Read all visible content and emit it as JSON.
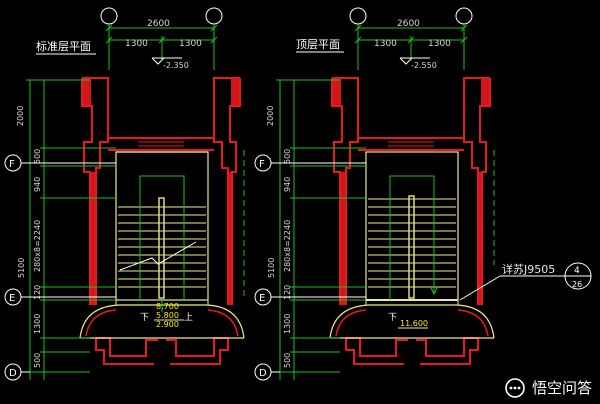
{
  "colors": {
    "background": "#000000",
    "wall": "#e8191e",
    "stair": "#f0e88a",
    "dimension": "#18c418",
    "grid": "#ffffff"
  },
  "left_plan": {
    "title": "标准层平面",
    "dim_total": "2600",
    "dim_half_left": "1300",
    "dim_half_right": "1300",
    "elev_top": "-2.350",
    "dims_v": [
      "2000",
      "500",
      "940",
      "280x8=2240",
      "120",
      "1300",
      "500"
    ],
    "dim_total_v": "5100",
    "axes": [
      "F",
      "E",
      "D"
    ],
    "elev_labels": [
      "8.700",
      "5.800",
      "2.900"
    ],
    "dir_down": "下",
    "dir_up": "上"
  },
  "right_plan": {
    "title": "顶层平面",
    "dim_total": "2600",
    "dim_half_left": "1300",
    "dim_half_right": "1300",
    "elev_top": "-2.550",
    "dims_v": [
      "2000",
      "500",
      "940",
      "280x8=2240",
      "120",
      "1300",
      "500"
    ],
    "dim_total_v": "5100",
    "axes": [
      "F",
      "E",
      "D"
    ],
    "elev_label": "11.600",
    "dir_down": "下",
    "detail_ref": "详苏J9505",
    "detail_num": "4",
    "detail_sheet": "26"
  },
  "watermark": {
    "icon": "chat-bubble-icon",
    "text": "悟空问答"
  }
}
